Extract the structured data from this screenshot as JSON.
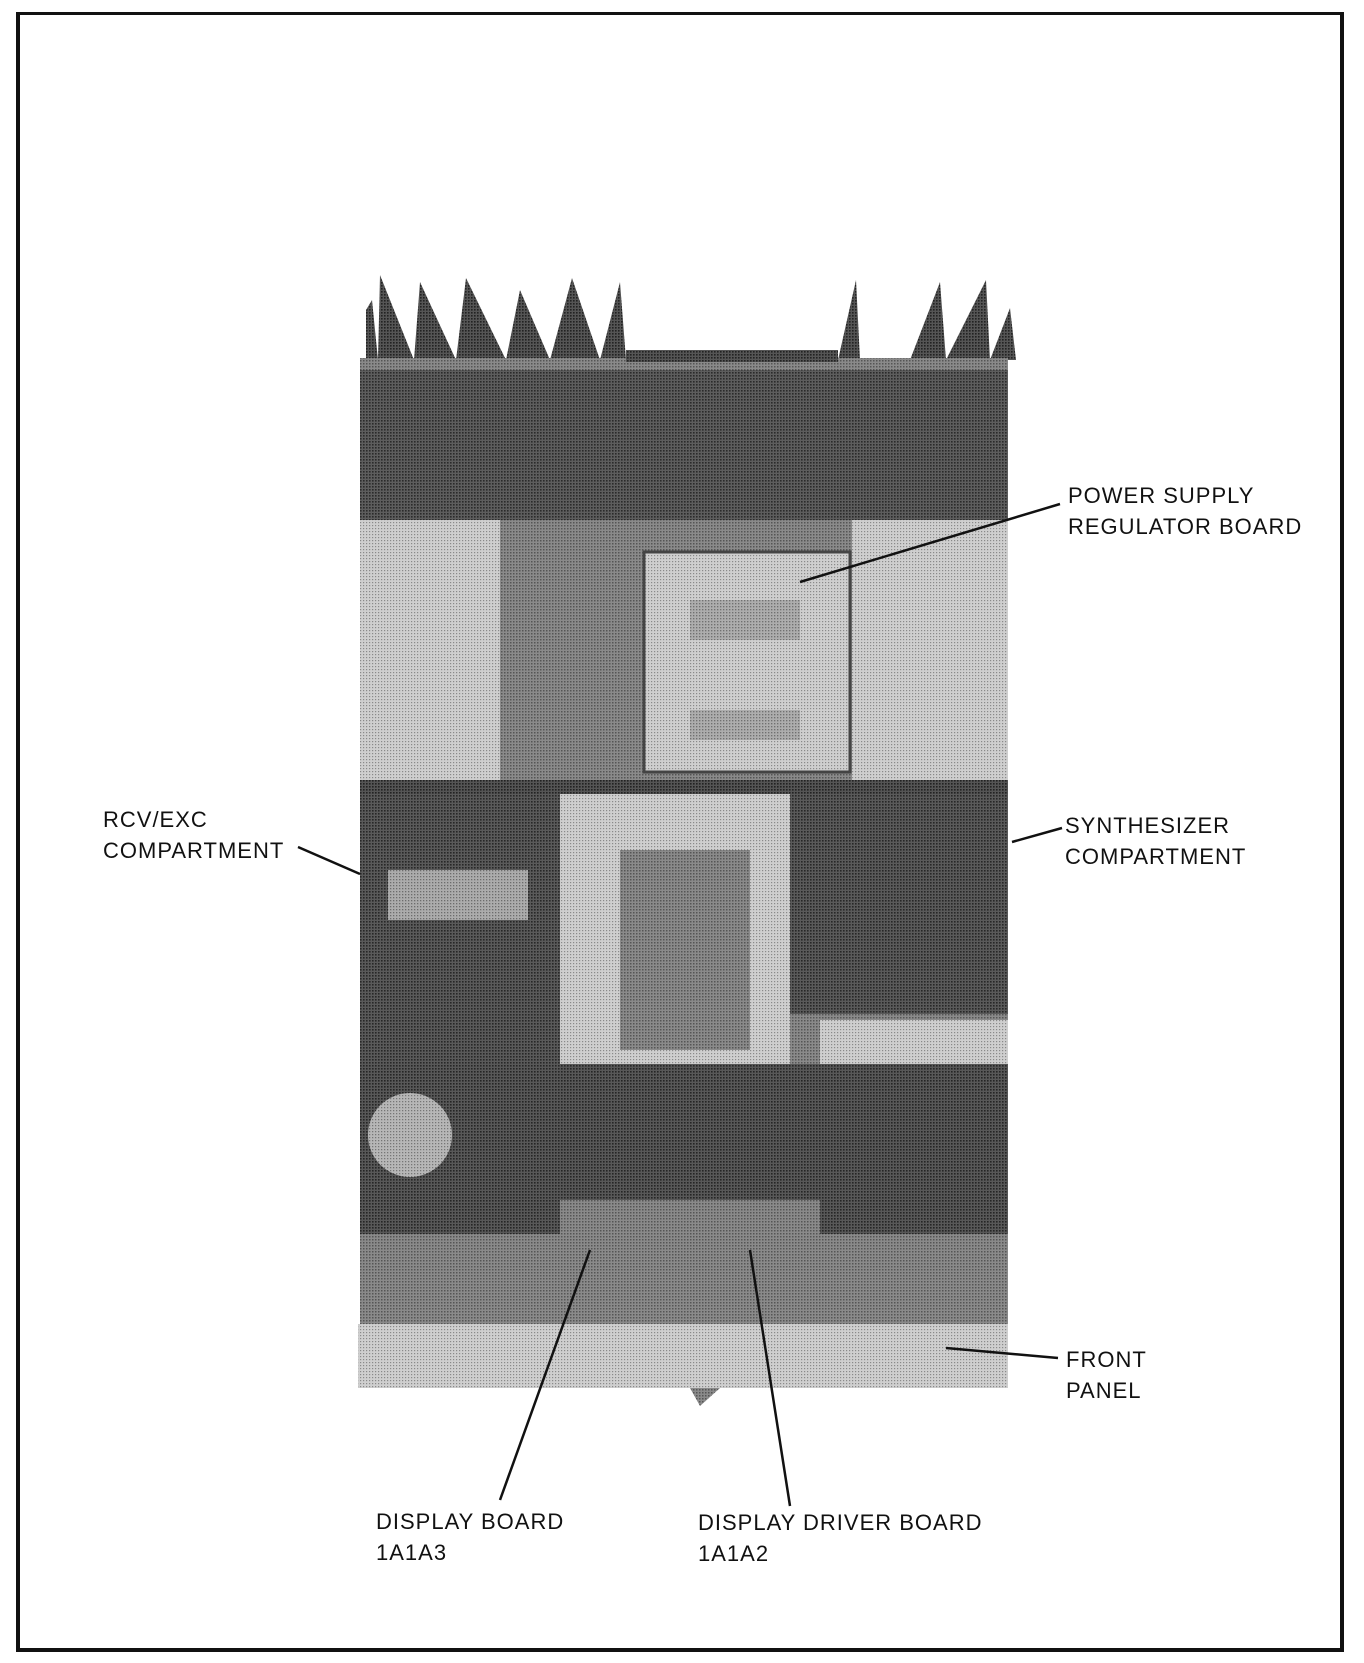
{
  "labels": {
    "power_supply": [
      "POWER SUPPLY",
      "REGULATOR BOARD"
    ],
    "rcv_exc": [
      "RCV/EXC",
      "COMPARTMENT"
    ],
    "synthesizer": [
      "SYNTHESIZER",
      "COMPARTMENT"
    ],
    "front_panel": [
      "FRONT",
      "PANEL"
    ],
    "display_board": [
      "DISPLAY BOARD",
      "1A1A3"
    ],
    "display_driver": [
      "DISPLAY DRIVER BOARD",
      "1A1A2"
    ]
  },
  "colors": {
    "ink": "#111111",
    "photo_dark": "#3a3a3a",
    "photo_mid": "#7a7a7a",
    "photo_light": "#c4c4c4"
  }
}
